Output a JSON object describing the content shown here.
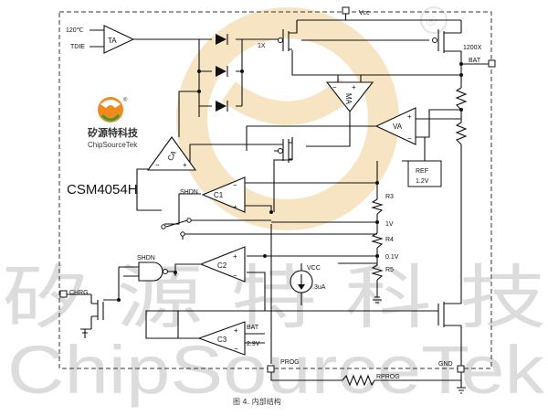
{
  "labels": {
    "vcc_top": "Vcc",
    "temp_120": "120℃",
    "tdie": "TDIE",
    "ta": "TA",
    "ratio_1x": "1X",
    "ratio_1200x": "1200X",
    "bat_pin": "BAT",
    "va": "VA",
    "ma": "MA",
    "ca": "CA",
    "c1": "C1",
    "c2": "C2",
    "c3": "C3",
    "shdn_1": "SHDN",
    "shdn_2": "SHDN",
    "chrg": "CHRG",
    "ref": "REF",
    "ref_v": "1.2V",
    "r3": "R3",
    "r4": "R4",
    "r5": "R5",
    "v_1v": "1V",
    "v_01v": "0.1V",
    "vcc_src": "VCC",
    "i_3ua": "3uA",
    "bat_c3": "BAT",
    "v_29v": "2.9V",
    "prog": "PROG",
    "rprog": "RPROG",
    "gnd": "GND",
    "part_number": "CSM4054H",
    "caption": "图 4.  内部结构"
  },
  "brand": {
    "name_cn": "矽源特科技",
    "name_en": "ChipSourceTek",
    "watermark_cn": "矽 源 特 科 技",
    "watermark_en": "ChipSourceTek",
    "registered_mark": "®"
  },
  "colors": {
    "logo_orange": "#f08a1c",
    "logo_green": "#3a9a3a",
    "watermark_circle": "#f6dfb8",
    "wire": "#111111"
  }
}
